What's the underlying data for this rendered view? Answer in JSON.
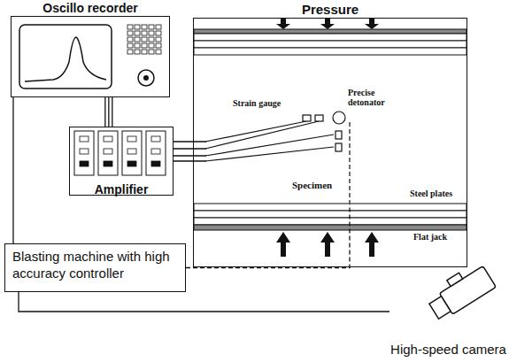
{
  "diagram": {
    "nodes": [
      {
        "text": [
          "Oscillo recorder"
        ]
      },
      {
        "text": [
          "Amplifier"
        ]
      },
      {
        "text": [
          "Blasting machine with high accuracy controller"
        ]
      },
      {
        "text": [
          "Pressure"
        ]
      },
      {
        "text": [
          "Specimen"
        ],
        "in": 3
      },
      {
        "text": [
          "High-speed camera"
        ]
      }
    ],
    "edges": [
      {
        "from": 0,
        "to": 1,
        "arrow": "none"
      },
      {
        "from": 1,
        "to": 4,
        "arrow": "none"
      },
      {
        "from": 2,
        "to": 4,
        "arrow": "none"
      },
      {
        "from": 0,
        "to": 2,
        "arrow": "none"
      },
      {
        "from": 2,
        "to": 5,
        "arrow": "none"
      }
    ],
    "labels": [
      "Strain gauge",
      "Precise detonator",
      "Steel plates",
      "Flat jack"
    ]
  }
}
